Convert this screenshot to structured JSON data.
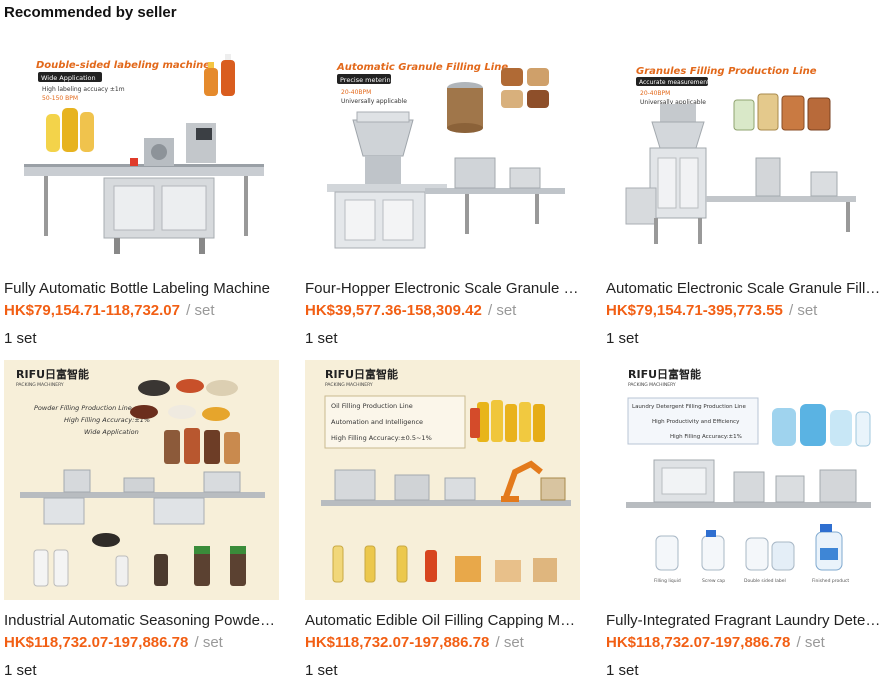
{
  "section": {
    "title": "Recommended by seller"
  },
  "products": [
    {
      "title": "Fully Automatic Bottle Labeling Machine",
      "price": "HK$79,154.71-118,732.07",
      "unit": "/ set",
      "moq": "1 set",
      "image": {
        "headline": "Double-sided labeling machine",
        "badge": "Wide Application",
        "bullets": [
          "High labeling accuacy ±1m",
          "50-150 BPM"
        ]
      }
    },
    {
      "title": "Four-Hopper Electronic Scale Granule Filling Line",
      "price": "HK$39,577.36-158,309.42",
      "unit": "/ set",
      "moq": "1 set",
      "image": {
        "headline": "Automatic Granule Filling Line",
        "badge": "Precise metering",
        "bullets": [
          "20-40BPM",
          "Universally applicable"
        ]
      }
    },
    {
      "title": "Automatic Electronic Scale Granule Filling Production Line",
      "price": "HK$79,154.71-395,773.55",
      "unit": "/ set",
      "moq": "1 set",
      "image": {
        "headline": "Granules Filling  Production Line",
        "badge": "Accurate measurement",
        "bullets": [
          "20-40BPM",
          "Universally applicable"
        ]
      }
    },
    {
      "title": "Industrial Automatic Seasoning Powder Filling Line",
      "price": "HK$118,732.07-197,886.78",
      "unit": "/ set",
      "moq": "1 set",
      "image": {
        "brand": "RIFU日富智能",
        "brand_sub": "PACKING MACHINERY",
        "bullets": [
          "Powder Filling Production Line",
          "High Filling Accuracy:±1%",
          "Wide Application"
        ]
      }
    },
    {
      "title": "Automatic Edible Oil Filling Capping Machine",
      "price": "HK$118,732.07-197,886.78",
      "unit": "/ set",
      "moq": "1 set",
      "image": {
        "brand": "RIFU日富智能",
        "brand_sub": "PACKING MACHINERY",
        "bullets": [
          "Oil Filling Production Line",
          "Automation and Intelligence",
          "High Filling Accuracy:±0.5~1%"
        ]
      }
    },
    {
      "title": "Fully-Integrated Fragrant Laundry Detergent Filling Line",
      "price": "HK$118,732.07-197,886.78",
      "unit": "/ set",
      "moq": "1 set",
      "image": {
        "brand": "RIFU日富智能",
        "brand_sub": "PACKING MACHINERY",
        "bullets": [
          "Laundry Detergent Filling Production Line",
          "High Productivity and Efficiency",
          "High Filling Accuracy:±1%"
        ],
        "steps": [
          "Filling liquid",
          "Screw cap",
          "Double sided label",
          "Finished product"
        ]
      }
    }
  ]
}
